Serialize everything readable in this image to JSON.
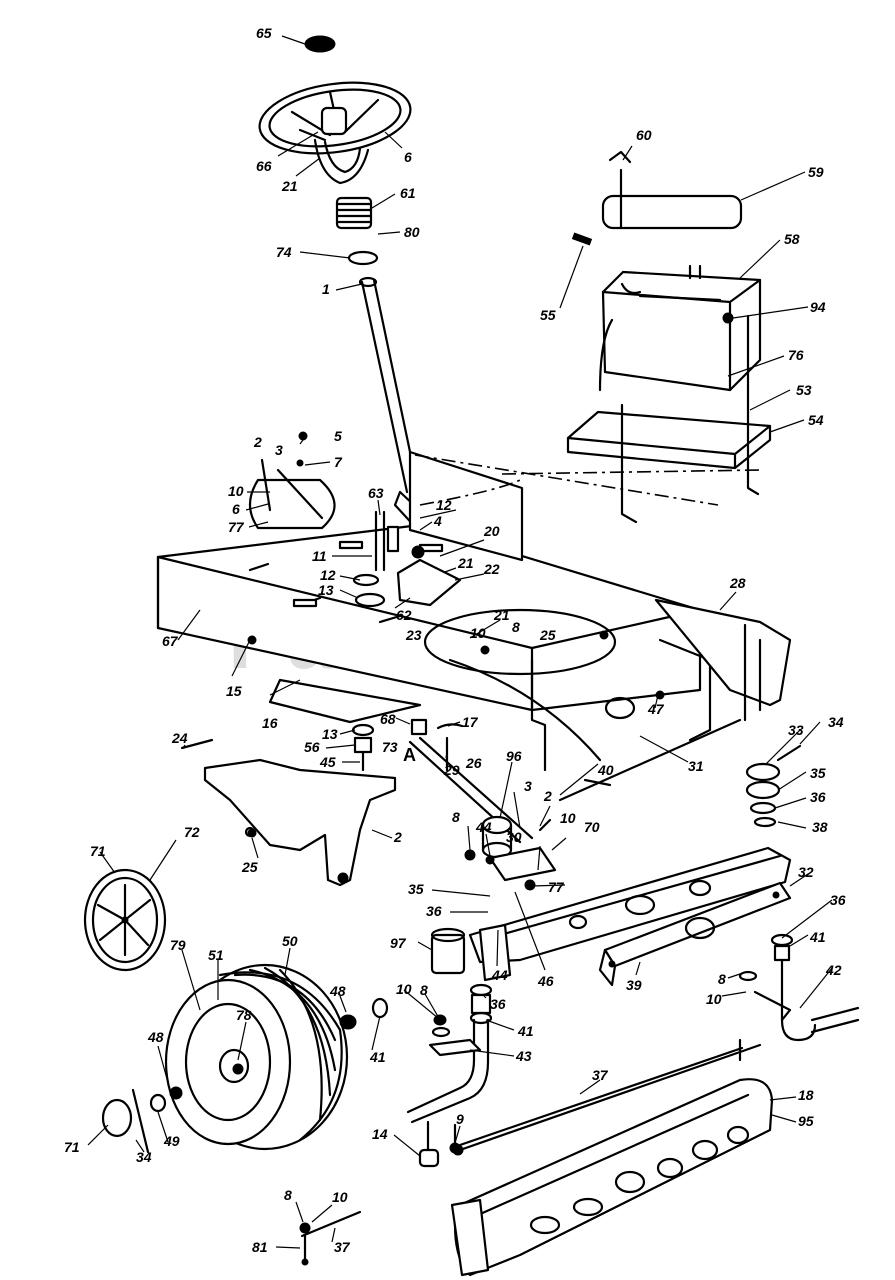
{
  "watermark": "PartsTree",
  "marker": "A",
  "callouts": [
    {
      "id": "c65a",
      "text": "65"
    },
    {
      "id": "c66",
      "text": "66"
    },
    {
      "id": "c6a",
      "text": "6"
    },
    {
      "id": "c21a",
      "text": "21"
    },
    {
      "id": "c61",
      "text": "61"
    },
    {
      "id": "c80",
      "text": "80"
    },
    {
      "id": "c74",
      "text": "74"
    },
    {
      "id": "c1",
      "text": "1"
    },
    {
      "id": "c60",
      "text": "60"
    },
    {
      "id": "c59",
      "text": "59"
    },
    {
      "id": "c58",
      "text": "58"
    },
    {
      "id": "c55",
      "text": "55"
    },
    {
      "id": "c94",
      "text": "94"
    },
    {
      "id": "c76",
      "text": "76"
    },
    {
      "id": "c53",
      "text": "53"
    },
    {
      "id": "c54",
      "text": "54"
    },
    {
      "id": "c2a",
      "text": "2"
    },
    {
      "id": "c3a",
      "text": "3"
    },
    {
      "id": "c5",
      "text": "5"
    },
    {
      "id": "c7",
      "text": "7"
    },
    {
      "id": "c10a",
      "text": "10"
    },
    {
      "id": "c6b",
      "text": "6"
    },
    {
      "id": "c77a",
      "text": "77"
    },
    {
      "id": "c63",
      "text": "63"
    },
    {
      "id": "c12a",
      "text": "12"
    },
    {
      "id": "c4",
      "text": "4"
    },
    {
      "id": "c20",
      "text": "20"
    },
    {
      "id": "c11",
      "text": "11"
    },
    {
      "id": "c21b",
      "text": "21"
    },
    {
      "id": "c22",
      "text": "22"
    },
    {
      "id": "c12b",
      "text": "12"
    },
    {
      "id": "c13a",
      "text": "13"
    },
    {
      "id": "c62",
      "text": "62"
    },
    {
      "id": "c28",
      "text": "28"
    },
    {
      "id": "c67",
      "text": "67"
    },
    {
      "id": "c21c",
      "text": "21"
    },
    {
      "id": "c23",
      "text": "23"
    },
    {
      "id": "c10b",
      "text": "10"
    },
    {
      "id": "c8a",
      "text": "8"
    },
    {
      "id": "c25a",
      "text": "25"
    },
    {
      "id": "c15",
      "text": "15"
    },
    {
      "id": "c16",
      "text": "16"
    },
    {
      "id": "c68",
      "text": "68"
    },
    {
      "id": "c17",
      "text": "17"
    },
    {
      "id": "c13b",
      "text": "13"
    },
    {
      "id": "c56",
      "text": "56"
    },
    {
      "id": "c73",
      "text": "73"
    },
    {
      "id": "c45",
      "text": "45"
    },
    {
      "id": "c47",
      "text": "47"
    },
    {
      "id": "c24",
      "text": "24"
    },
    {
      "id": "c29",
      "text": "29"
    },
    {
      "id": "c26",
      "text": "26"
    },
    {
      "id": "c96",
      "text": "96"
    },
    {
      "id": "c40",
      "text": "40"
    },
    {
      "id": "c31",
      "text": "31"
    },
    {
      "id": "c33",
      "text": "33"
    },
    {
      "id": "c34a",
      "text": "34"
    },
    {
      "id": "c35a",
      "text": "35"
    },
    {
      "id": "c36a",
      "text": "36"
    },
    {
      "id": "c3b",
      "text": "3"
    },
    {
      "id": "c2b",
      "text": "2"
    },
    {
      "id": "c70",
      "text": "70"
    },
    {
      "id": "c38",
      "text": "38"
    },
    {
      "id": "c8b",
      "text": "8"
    },
    {
      "id": "c44a",
      "text": "44"
    },
    {
      "id": "c10c",
      "text": "10"
    },
    {
      "id": "c30",
      "text": "30"
    },
    {
      "id": "c2c",
      "text": "2"
    },
    {
      "id": "c25b",
      "text": "25"
    },
    {
      "id": "c77b",
      "text": "77"
    },
    {
      "id": "c71a",
      "text": "71"
    },
    {
      "id": "c72",
      "text": "72"
    },
    {
      "id": "c35b",
      "text": "35"
    },
    {
      "id": "c36b",
      "text": "36"
    },
    {
      "id": "c32",
      "text": "32"
    },
    {
      "id": "c36c",
      "text": "36"
    },
    {
      "id": "c97",
      "text": "97"
    },
    {
      "id": "c44b",
      "text": "44"
    },
    {
      "id": "c46",
      "text": "46"
    },
    {
      "id": "c41a",
      "text": "41"
    },
    {
      "id": "c39",
      "text": "39"
    },
    {
      "id": "c8c",
      "text": "8"
    },
    {
      "id": "c42",
      "text": "42"
    },
    {
      "id": "c10d",
      "text": "10"
    },
    {
      "id": "c50",
      "text": "50"
    },
    {
      "id": "c51",
      "text": "51"
    },
    {
      "id": "c79",
      "text": "79"
    },
    {
      "id": "c78",
      "text": "78"
    },
    {
      "id": "c48a",
      "text": "48"
    },
    {
      "id": "c41b",
      "text": "41"
    },
    {
      "id": "c10e",
      "text": "10"
    },
    {
      "id": "c8d",
      "text": "8"
    },
    {
      "id": "c36d",
      "text": "36"
    },
    {
      "id": "c41c",
      "text": "41"
    },
    {
      "id": "c43",
      "text": "43"
    },
    {
      "id": "c48b",
      "text": "48"
    },
    {
      "id": "c37a",
      "text": "37"
    },
    {
      "id": "c18",
      "text": "18"
    },
    {
      "id": "c95",
      "text": "95"
    },
    {
      "id": "c71b",
      "text": "71"
    },
    {
      "id": "c34b",
      "text": "34"
    },
    {
      "id": "c49",
      "text": "49"
    },
    {
      "id": "c14",
      "text": "14"
    },
    {
      "id": "c9",
      "text": "9"
    },
    {
      "id": "c8e",
      "text": "8"
    },
    {
      "id": "c10f",
      "text": "10"
    },
    {
      "id": "c81",
      "text": "81"
    },
    {
      "id": "c37b",
      "text": "37"
    }
  ]
}
